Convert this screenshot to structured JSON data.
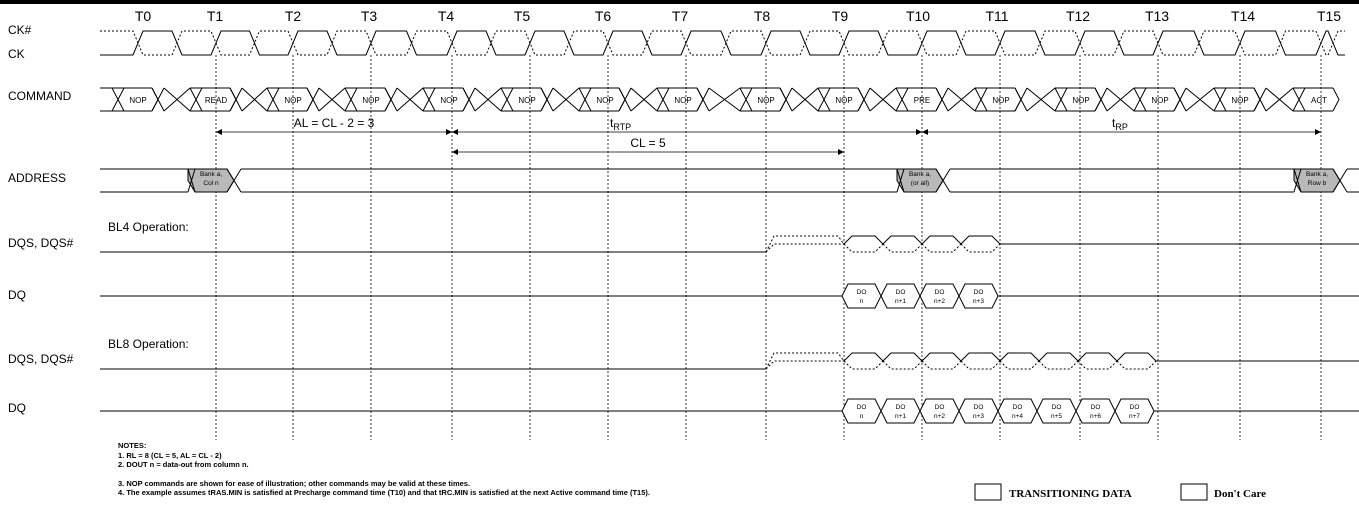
{
  "ticks": [
    "T0",
    "T1",
    "T2",
    "T3",
    "T4",
    "T5",
    "T6",
    "T7",
    "T8",
    "T9",
    "T10",
    "T11",
    "T12",
    "T13",
    "T14",
    "T15"
  ],
  "signals": {
    "ck_n": "CK#",
    "ck": "CK",
    "command": "COMMAND",
    "address": "ADDRESS",
    "dqs1": "DQS, DQS#",
    "dq1": "DQ",
    "dqs2": "DQS, DQS#",
    "dq2": "DQ"
  },
  "commands": [
    "NOP",
    "READ",
    "NOP",
    "NOP",
    "NOP",
    "NOP",
    "NOP",
    "NOP",
    "NOP",
    "NOP",
    "PRE",
    "NOP",
    "NOP",
    "NOP",
    "NOP",
    "ACT"
  ],
  "address": {
    "a1": [
      "Bank a,",
      "Col n"
    ],
    "a2": [
      "Bank a,",
      "(or all)"
    ],
    "a3": [
      "Bank a,",
      "Row b"
    ]
  },
  "timing": {
    "al": "AL = CL - 2 = 3",
    "trtp_main": "t",
    "trtp_sub": "RTP",
    "cl": "CL = 5",
    "trp_main": "t",
    "trp_sub": "RP"
  },
  "bl4_label": "BL4 Operation:",
  "bl8_label": "BL8 Operation:",
  "dq_top": "DO",
  "dq_bottom": [
    "n",
    "n+1",
    "n+2",
    "n+3",
    "n+4",
    "n+5",
    "n+6",
    "n+7"
  ],
  "notes": [
    "NOTES:",
    "1. RL = 8 (CL = 5, AL = CL - 2)",
    "2. DOUT n = data-out from column n.",
    "3. NOP commands are shown for ease of illustration; other commands may be valid at these times.",
    "4. The example assumes tRAS.MIN is satisfied at Precharge command time (T10) and that tRC.MIN is satisfied at the next Active command time (T15)."
  ],
  "legend": {
    "transitioning": "TRANSITIONING DATA",
    "dont_care": "Don't Care"
  }
}
